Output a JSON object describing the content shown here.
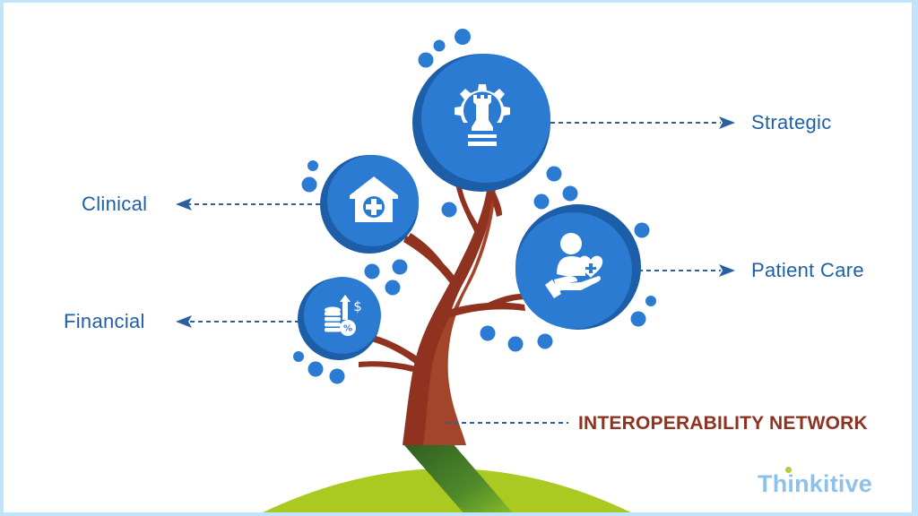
{
  "diagram": {
    "title": "INTEROPERABILITY NETWORK",
    "brand": "Thinkitive",
    "colors": {
      "circle_fill": "#2a7bd1",
      "circle_shadow": "#1d5ea8",
      "label_blue": "#1f5fa8",
      "trunk": "#8f3220",
      "trunk_light": "#a3452a",
      "hill": "#aac921",
      "hill_shadow": "#4f8a2a",
      "border": "#bfe4fb",
      "brand_text": "#8ec1ea",
      "brand_dot": "#a9cf3b"
    },
    "nodes": [
      {
        "id": "strategic",
        "label": "Strategic",
        "icon": "gear-chess-rook-icon",
        "arrow_direction": "right"
      },
      {
        "id": "clinical",
        "label": "Clinical",
        "icon": "house-medical-cross-icon",
        "arrow_direction": "left"
      },
      {
        "id": "patient_care",
        "label": "Patient Care",
        "icon": "hand-person-heart-icon",
        "arrow_direction": "right"
      },
      {
        "id": "financial",
        "label": "Financial",
        "icon": "coins-growth-percent-icon",
        "arrow_direction": "left"
      }
    ],
    "root": {
      "label": "INTEROPERABILITY NETWORK",
      "connector": "dashed-line"
    }
  }
}
